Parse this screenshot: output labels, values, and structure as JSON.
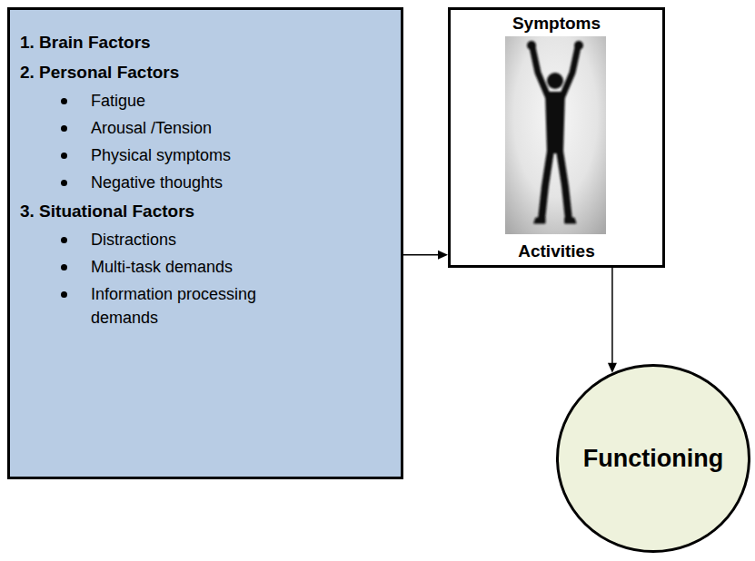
{
  "diagram": {
    "nodes": [
      {
        "text": [
          "1. Brain Factors",
          "2. Personal Factors",
          "Fatigue",
          "Arousal /Tension",
          "Physical symptoms",
          "Negative thoughts",
          "3. Situational Factors",
          "Distractions",
          "Multi-task demands",
          "Information processing demands"
        ]
      },
      {
        "text": [
          "Symptoms",
          "Activities"
        ]
      },
      {
        "text": [
          "Functioning"
        ]
      }
    ],
    "edges": [
      {
        "from": 0,
        "to": 1,
        "arrow": "to"
      },
      {
        "from": 1,
        "to": 2,
        "arrow": "to"
      }
    ]
  }
}
